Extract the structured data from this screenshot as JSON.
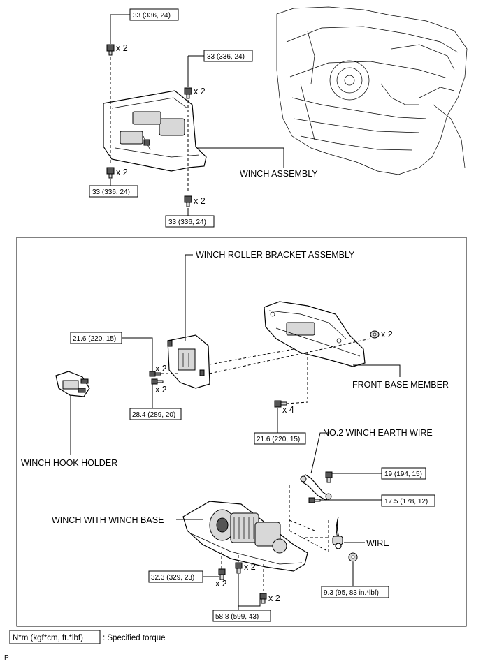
{
  "top": {
    "torque_bolt_top": "33 (336, 24)",
    "torque_bolt_right": "33 (336, 24)",
    "torque_bolt_left_bottom": "33 (336, 24)",
    "torque_bolt_bottom": "33 (336, 24)",
    "qty_x2": "x 2",
    "winch_assembly": "WINCH ASSEMBLY"
  },
  "detail": {
    "winch_roller_bracket_assembly": "WINCH ROLLER BRACKET ASSEMBLY",
    "front_base_member": "FRONT BASE MEMBER",
    "winch_hook_holder": "WINCH HOOK HOLDER",
    "no2_winch_earth_wire": "NO.2 WINCH EARTH WIRE",
    "winch_with_winch_base": "WINCH WITH WINCH BASE",
    "wire": "WIRE",
    "torque_roller_upper": "21.6 (220, 15)",
    "torque_roller_lower": "28.4 (289, 20)",
    "torque_base_member": "21.6 (220, 15)",
    "torque_earth_bolt": "19 (194, 15)",
    "torque_earth_nut": "17.5 (178, 12)",
    "torque_wire_nut": "9.3 (95, 83 in.*lbf)",
    "torque_winch_left": "32.3 (329, 23)",
    "torque_winch_bottom": "58.8 (599, 43)",
    "qty_x2": "x 2",
    "qty_x4": "x 4"
  },
  "legend": {
    "unit_box": "N*m (kgf*cm, ft.*lbf)",
    "description": ": Specified torque"
  },
  "page_code": "P"
}
